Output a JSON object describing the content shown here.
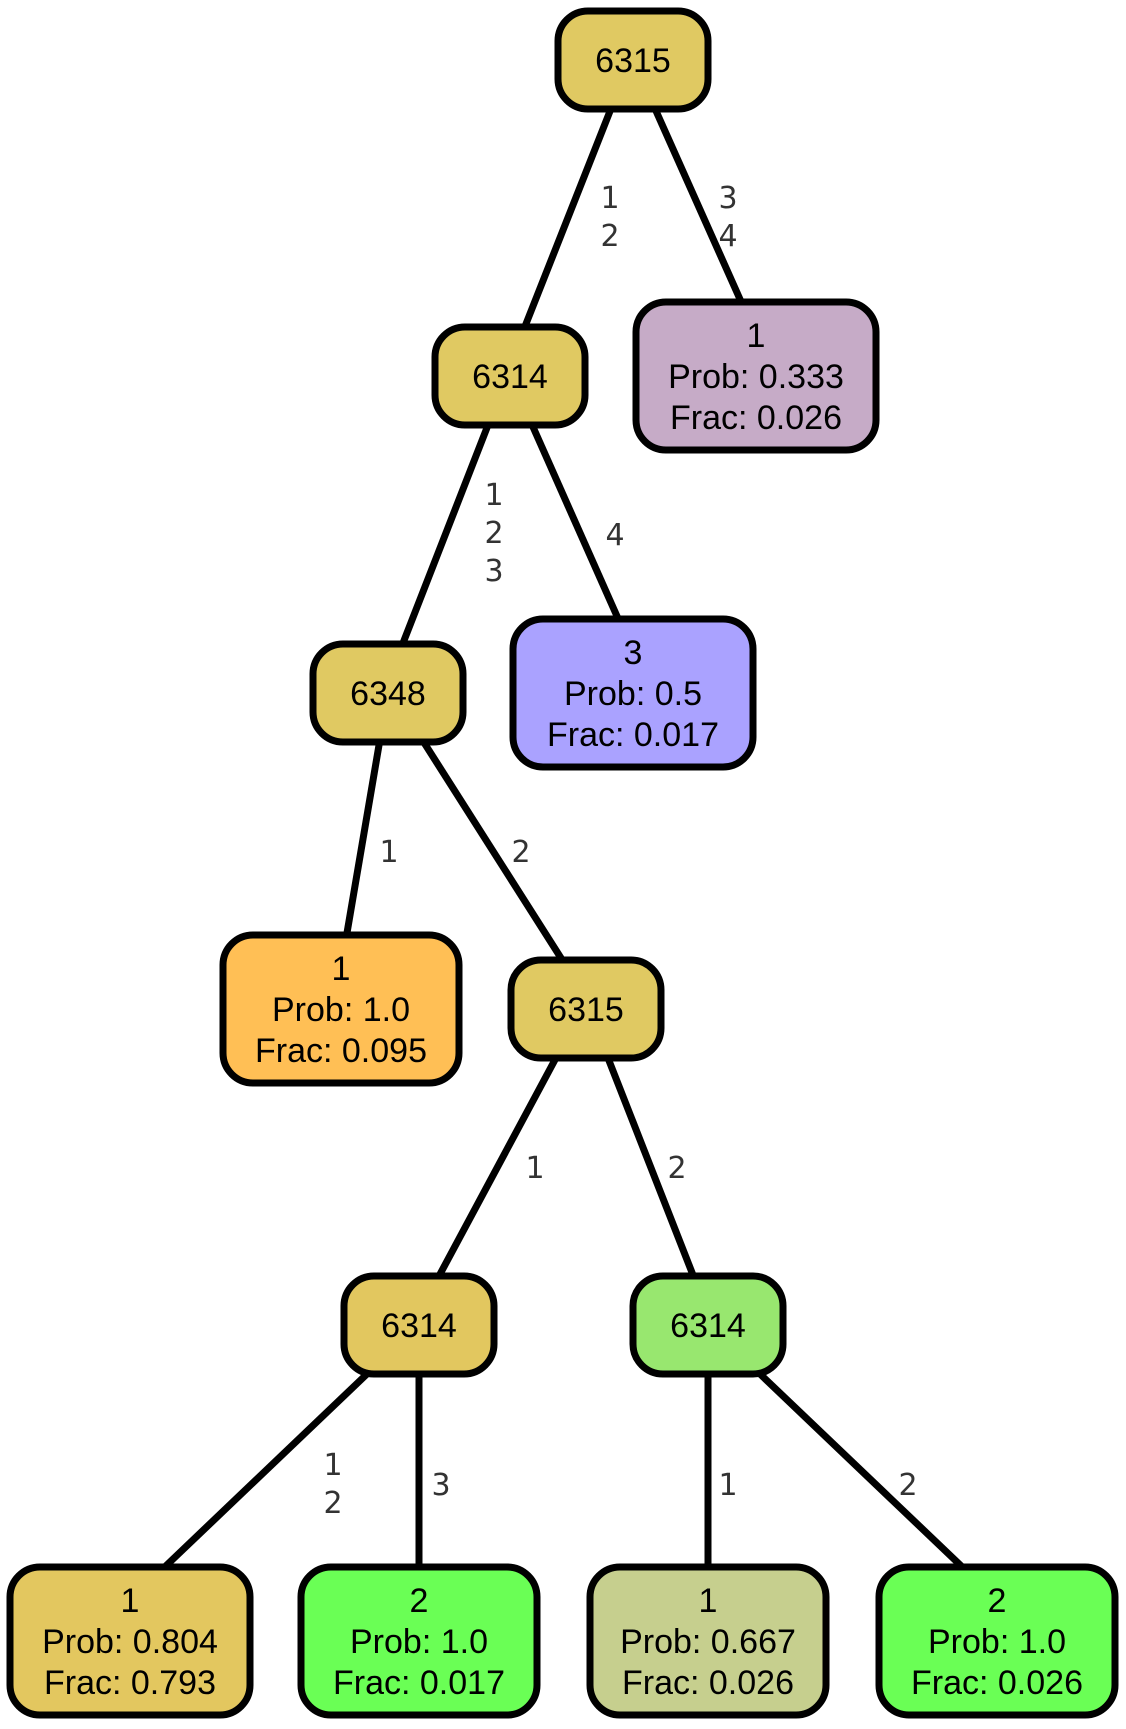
{
  "diagram": {
    "nodes": [
      {
        "id": "n0",
        "lines": [
          "6315"
        ],
        "color": "#E0C962"
      },
      {
        "id": "n1",
        "lines": [
          "6314"
        ],
        "color": "#E0C962"
      },
      {
        "id": "n2",
        "lines": [
          "1",
          "Prob: 0.333",
          "Frac: 0.026"
        ],
        "color": "#C6ABC7"
      },
      {
        "id": "n3",
        "lines": [
          "6348"
        ],
        "color": "#E0C962"
      },
      {
        "id": "n4",
        "lines": [
          "3",
          "Prob: 0.5",
          "Frac: 0.017"
        ],
        "color": "#AAA2FF"
      },
      {
        "id": "n5",
        "lines": [
          "1",
          "Prob: 1.0",
          "Frac: 0.095"
        ],
        "color": "#FFBF55"
      },
      {
        "id": "n6",
        "lines": [
          "6315"
        ],
        "color": "#E0C962"
      },
      {
        "id": "n7",
        "lines": [
          "6314"
        ],
        "color": "#E2C75F"
      },
      {
        "id": "n8",
        "lines": [
          "6314"
        ],
        "color": "#98E76F"
      },
      {
        "id": "n9",
        "lines": [
          "1",
          "Prob: 0.804",
          "Frac: 0.793"
        ],
        "color": "#E3C75F"
      },
      {
        "id": "n10",
        "lines": [
          "2",
          "Prob: 1.0",
          "Frac: 0.017"
        ],
        "color": "#6AFF55"
      },
      {
        "id": "n11",
        "lines": [
          "1",
          "Prob: 0.667",
          "Frac: 0.026"
        ],
        "color": "#C6CF8E"
      },
      {
        "id": "n12",
        "lines": [
          "2",
          "Prob: 1.0",
          "Frac: 0.026"
        ],
        "color": "#6AFF55"
      }
    ],
    "edges": [
      {
        "from": "n0",
        "to": "n1",
        "label": [
          "1",
          "2"
        ]
      },
      {
        "from": "n0",
        "to": "n2",
        "label": [
          "3",
          "4"
        ]
      },
      {
        "from": "n1",
        "to": "n3",
        "label": [
          "1",
          "2",
          "3"
        ]
      },
      {
        "from": "n1",
        "to": "n4",
        "label": [
          "4"
        ]
      },
      {
        "from": "n3",
        "to": "n5",
        "label": [
          "1"
        ]
      },
      {
        "from": "n3",
        "to": "n6",
        "label": [
          "2"
        ]
      },
      {
        "from": "n6",
        "to": "n7",
        "label": [
          "1"
        ]
      },
      {
        "from": "n6",
        "to": "n8",
        "label": [
          "2"
        ]
      },
      {
        "from": "n7",
        "to": "n9",
        "label": [
          "1",
          "2"
        ]
      },
      {
        "from": "n7",
        "to": "n10",
        "label": [
          "3"
        ]
      },
      {
        "from": "n8",
        "to": "n11",
        "label": [
          "1"
        ]
      },
      {
        "from": "n8",
        "to": "n12",
        "label": [
          "2"
        ]
      }
    ]
  }
}
